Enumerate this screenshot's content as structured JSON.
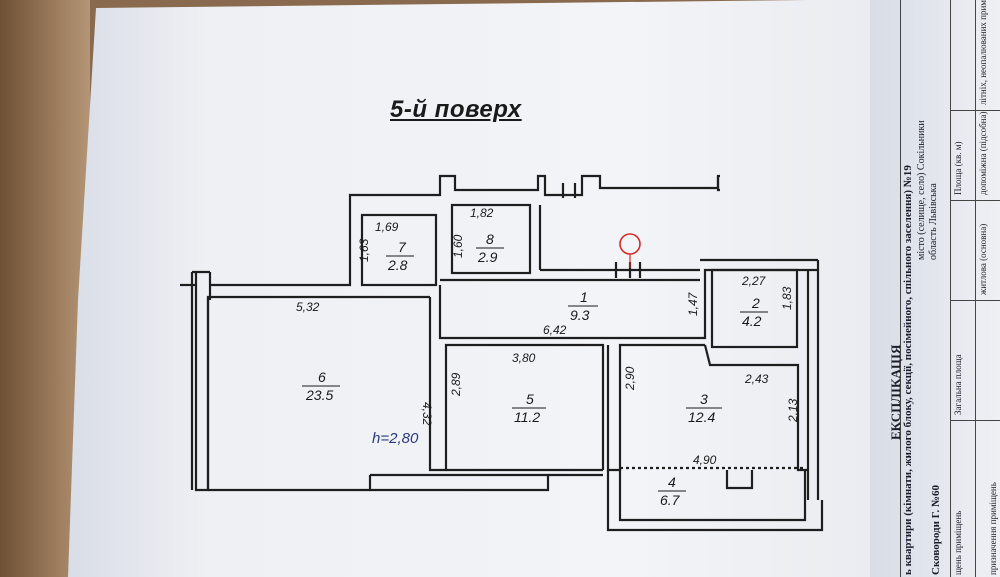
{
  "title": "5-й поверх",
  "height_note": "h=2,80",
  "rooms": [
    {
      "id": "room-1",
      "number": "1",
      "area": "9.3"
    },
    {
      "id": "room-2",
      "number": "2",
      "area": "4.2"
    },
    {
      "id": "room-3",
      "number": "3",
      "area": "12.4"
    },
    {
      "id": "room-4",
      "number": "4",
      "area": "6.7"
    },
    {
      "id": "room-5",
      "number": "5",
      "area": "11.2"
    },
    {
      "id": "room-6",
      "number": "6",
      "area": "23.5"
    },
    {
      "id": "room-7",
      "number": "7",
      "area": "2.8"
    },
    {
      "id": "room-8",
      "number": "8",
      "area": "2.9"
    }
  ],
  "dimensions": {
    "d_169": "1,69",
    "d_163": "1,63",
    "d_182": "1,82",
    "d_160": "1,60",
    "d_532": "5,32",
    "d_642": "6,42",
    "d_147": "1,47",
    "d_227": "2,27",
    "d_183": "1,83",
    "d_380": "3,80",
    "d_243": "2,43",
    "d_432": "4,32",
    "d_289": "2,89",
    "d_290": "2,90",
    "d_213": "2,13",
    "d_490": "4,90"
  },
  "explication": {
    "heading": "ЕКСПЛІКАЦІЯ",
    "line1": "ь квартири (кімнати, жилого блоку, секції, посімейного, спільного заселення) №19",
    "line2": "місто (селище, село) Сокільники",
    "line3": "область Львівська",
    "street": "Сковороди Г. №60",
    "area_total": "Загальна площа",
    "living": "житлова (основна)",
    "aux": "допоміжна (підсобна)",
    "summer": "літніх, неопалюваних приміщень",
    "area_unit": "Площа (кв. м)",
    "rooms_col": "щень приміщень",
    "rooms_col2": "призначення приміщень"
  }
}
